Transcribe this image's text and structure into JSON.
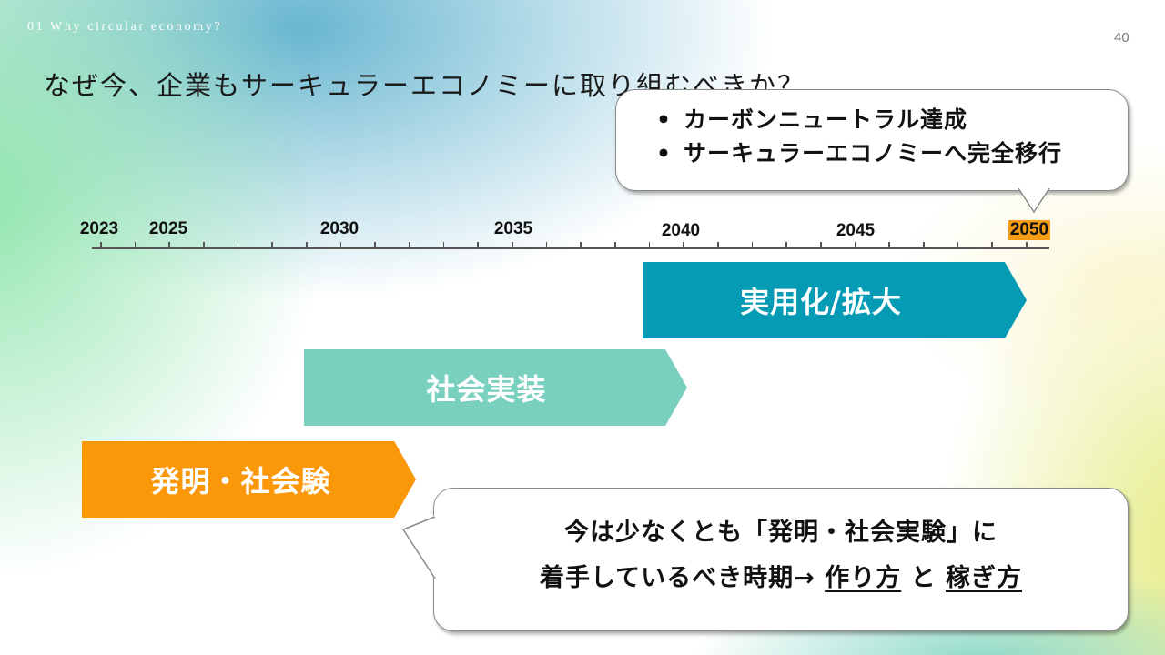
{
  "header": {
    "section_label": "01 Why circular economy?",
    "title": "なぜ今、企業もサーキュラーエコノミーに取り組むべきか？",
    "page_number": "40"
  },
  "goal_callout": {
    "bullet_glyph": "•",
    "items": [
      "カーボンニュートラル達成",
      "サーキュラーエコノミーへ完全移行"
    ],
    "points_to_year": "2050"
  },
  "timeline": {
    "start_year": 2023,
    "end_year": 2050,
    "labels": [
      {
        "year": "2023",
        "highlight": false
      },
      {
        "year": "2025",
        "highlight": false
      },
      {
        "year": "2030",
        "highlight": false
      },
      {
        "year": "2035",
        "highlight": false
      },
      {
        "year": "2040",
        "highlight": false
      },
      {
        "year": "2045",
        "highlight": false
      },
      {
        "year": "2050",
        "highlight": true
      }
    ],
    "highlight_color": "#f59b12"
  },
  "phases": [
    {
      "label": "実用化/拡大",
      "color": "#059bb5",
      "approx_start": "2039",
      "approx_end": "2050"
    },
    {
      "label": "社会実装",
      "color": "#79d0bf",
      "approx_start": "2029",
      "approx_end": "2040"
    },
    {
      "label": "発明・社会験",
      "color": "#fb980a",
      "approx_start": "2022",
      "approx_end": "2032"
    }
  ],
  "message_callout": {
    "line1": "今は少なくとも「発明・社会実験」に",
    "line2_prefix": "着手しているべき時期→ ",
    "line2_u1": "作り方",
    "line2_mid": " と ",
    "line2_u2": "稼ぎ方"
  }
}
